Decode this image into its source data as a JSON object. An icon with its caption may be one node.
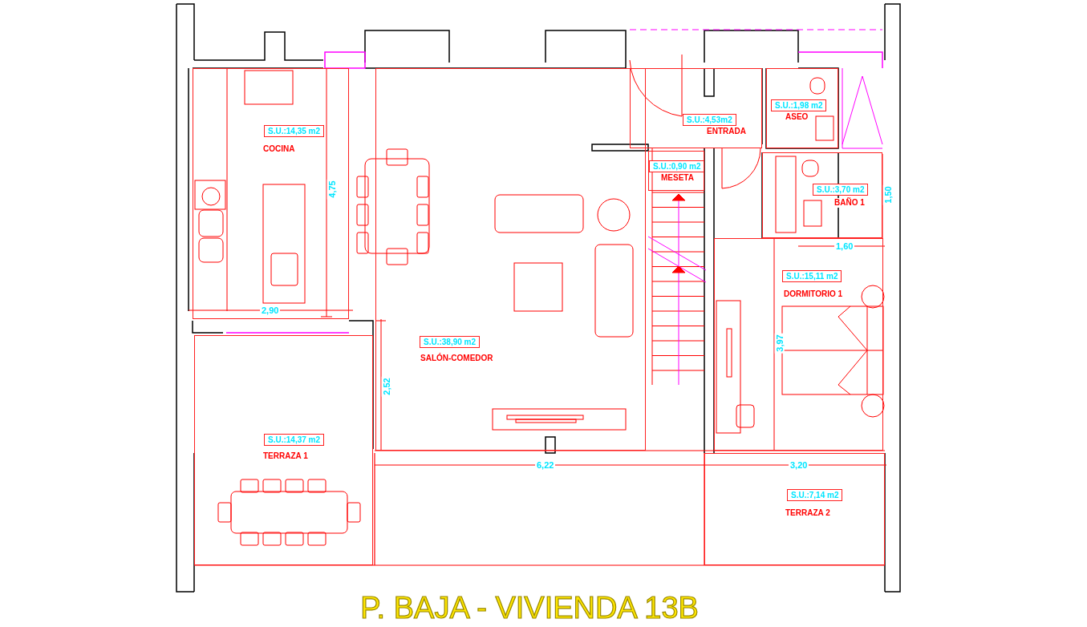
{
  "diagram": {
    "title": "P. BAJA - VIVIENDA 13B",
    "nodes": [
      {
        "text": [
          "S.U.:14,35 m2",
          "COCINA"
        ]
      },
      {
        "text": [
          "S.U.:4,53m2",
          "ENTRADA"
        ]
      },
      {
        "text": [
          "S.U.:1,98 m2",
          "ASEO"
        ]
      },
      {
        "text": [
          "S.U.:0,90 m2",
          "MESETA"
        ]
      },
      {
        "text": [
          "S.U.:3,70 m2",
          "BAÑO 1"
        ]
      },
      {
        "text": [
          "S.U.:15,11 m2",
          "DORMITORIO 1"
        ]
      },
      {
        "text": [
          "S.U.:38,90 m2",
          "SALÓN-COMEDOR"
        ]
      },
      {
        "text": [
          "S.U.:14,37 m2",
          "TERRAZA 1"
        ]
      },
      {
        "text": [
          "S.U.:7,14 m2",
          "TERRAZA 2"
        ]
      }
    ],
    "edges": [],
    "labels": [
      "4,75",
      "2,90",
      "2,52",
      "6,22",
      "3,20",
      "3,97",
      "1,50",
      "1,60"
    ]
  }
}
